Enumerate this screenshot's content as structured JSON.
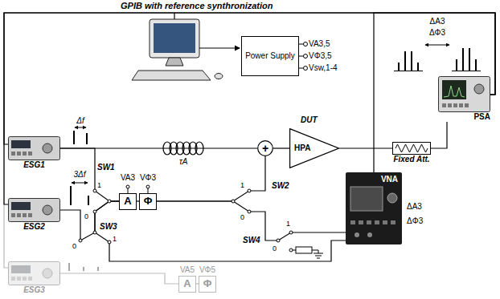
{
  "diagram": {
    "nodes": [
      {
        "text": [
          "Power Supply"
        ]
      },
      {
        "text": [
          "ESG1"
        ]
      },
      {
        "text": [
          "ESG2"
        ]
      },
      {
        "text": [
          "ESG3"
        ]
      },
      {
        "text": [
          "+"
        ]
      },
      {
        "text": [
          "HPA",
          "DUT"
        ]
      },
      {
        "text": [
          "PSA"
        ]
      },
      {
        "text": [
          "VNA"
        ]
      },
      {
        "text": [
          "A"
        ]
      },
      {
        "text": [
          "Φ"
        ]
      },
      {
        "text": [
          "A"
        ]
      },
      {
        "text": [
          "Φ"
        ]
      },
      {
        "text": [
          "Fixed Att."
        ]
      }
    ],
    "edges": [
      {
        "from": 1,
        "to": 4,
        "arrow": "none",
        "label": "τA"
      },
      {
        "from": 4,
        "to": 5,
        "arrow": "none"
      },
      {
        "from": 5,
        "to": 12,
        "arrow": "none"
      },
      {
        "from": 12,
        "to": 6,
        "arrow": "none"
      },
      {
        "from": 1,
        "to": 8,
        "arrow": "none"
      },
      {
        "from": 2,
        "to": 8,
        "arrow": "none"
      },
      {
        "from": 7,
        "to": 8,
        "arrow": "none"
      },
      {
        "from": 8,
        "to": 9,
        "arrow": "none"
      },
      {
        "from": 9,
        "to": 4,
        "arrow": "none"
      },
      {
        "from": 9,
        "to": 7,
        "arrow": "none"
      },
      {
        "from": 3,
        "to": 10,
        "arrow": "none"
      },
      {
        "from": 10,
        "to": 11,
        "arrow": "none"
      },
      {
        "from": 1,
        "to": 6,
        "arrow": "none"
      },
      {
        "from": 2,
        "to": 6,
        "arrow": "none"
      },
      {
        "from": 3,
        "to": 6,
        "arrow": "none"
      },
      {
        "from": 7,
        "to": 6,
        "arrow": "none"
      }
    ],
    "labels": [
      "GPIB with reference synthronization",
      "VA3,5",
      "VΦ3,5",
      "Vsw,1-4",
      "ΔA3",
      "ΔΦ3",
      "Δf",
      "3Δf",
      "SW1",
      "1",
      "0",
      "VA3",
      "VΦ3",
      "SW2",
      "1",
      "0",
      "SW3",
      "0",
      "1",
      "SW4",
      "1",
      "0",
      "ΔA3",
      "ΔΦ3",
      "VA5",
      "VΦ5"
    ]
  }
}
